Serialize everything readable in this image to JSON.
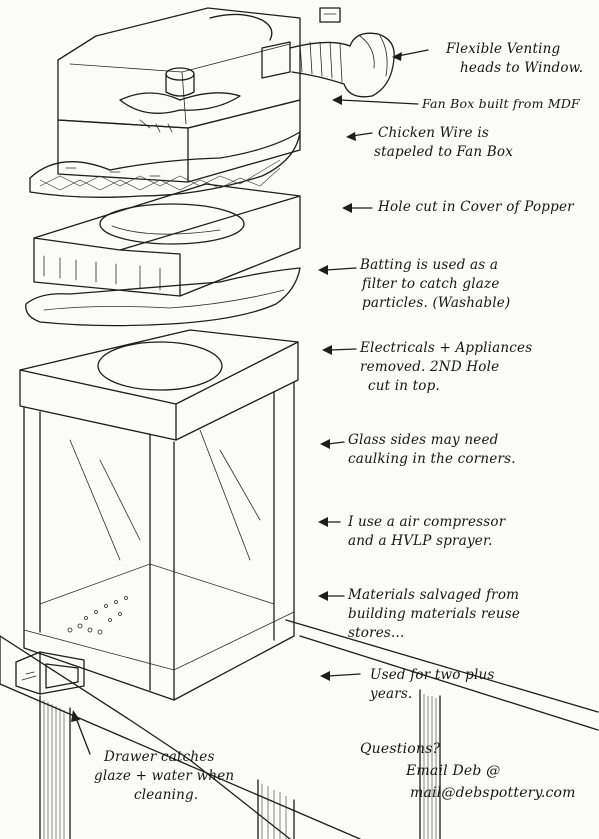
{
  "labels": {
    "venting": [
      "Flexible Venting",
      "heads to Window."
    ],
    "fanbox": [
      "Fan Box built from MDF"
    ],
    "chicken": [
      "Chicken Wire is",
      "stapeled to Fan Box"
    ],
    "hole": [
      "Hole cut in Cover of Popper"
    ],
    "batting": [
      "Batting is used as a",
      "filter to catch glaze",
      "particles. (Washable)"
    ],
    "electricals": [
      "Electricals + Appliances",
      "removed. 2ND Hole",
      "cut in top."
    ],
    "glass": [
      "Glass sides may need",
      "caulking in the corners."
    ],
    "compressor": [
      "I use a air compressor",
      "and a HVLP sprayer."
    ],
    "materials": [
      "Materials salvaged from",
      "building materials reuse",
      "stores..."
    ],
    "used": [
      "Used for two plus",
      "years."
    ],
    "drawer": [
      "Drawer catches",
      "glaze + water when",
      "cleaning."
    ],
    "contact": [
      "Questions?",
      "Email Deb @",
      "mail@debspottery.com"
    ]
  }
}
